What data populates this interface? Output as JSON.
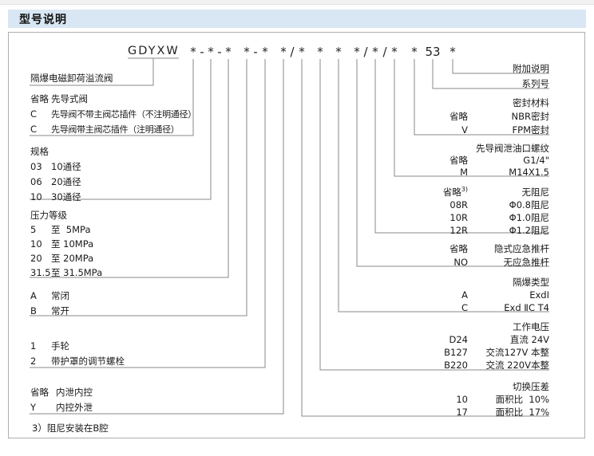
{
  "header": {
    "title": "型号说明"
  },
  "model_code": {
    "prefix": "GDYXW",
    "tokens": [
      "*",
      "-",
      "*",
      "-",
      "*",
      "*",
      "-",
      "*",
      "*",
      "/",
      "*",
      "*",
      "*",
      "*",
      "/",
      "*",
      "/",
      "*",
      "*",
      "53",
      "*"
    ]
  },
  "left": {
    "valve_name": "隔爆电磁卸荷溢流阀",
    "pilot_group": {
      "rows": [
        {
          "val": "省略",
          "desc": "先导式阀"
        },
        {
          "val": "C",
          "desc": "先导阀不带主阀芯插件（不注明通径）"
        },
        {
          "val": "C",
          "desc": "先导阀带主阀芯插件（注明通径）"
        }
      ]
    },
    "size_group": {
      "title": "规格",
      "rows": [
        {
          "val": "03",
          "desc": "10通径"
        },
        {
          "val": "06",
          "desc": "20通径"
        },
        {
          "val": "10",
          "desc": "30通径"
        }
      ]
    },
    "pressure_group": {
      "title": "压力等级",
      "rows": [
        {
          "val": "5",
          "desc": "至  5MPa"
        },
        {
          "val": "10",
          "desc": "至 10MPa"
        },
        {
          "val": "20",
          "desc": "至 20MPa"
        },
        {
          "val": "31.5",
          "desc": "至 31.5MPa"
        }
      ]
    },
    "function_group": {
      "rows": [
        {
          "val": "A",
          "desc": "常闭"
        },
        {
          "val": "B",
          "desc": "常开"
        }
      ]
    },
    "adjust_group": {
      "rows": [
        {
          "val": "1",
          "desc": "手轮"
        },
        {
          "val": "2",
          "desc": "带护罩的调节螺栓"
        }
      ]
    },
    "drain_group": {
      "rows": [
        {
          "val": "省略",
          "desc": "内泄内控"
        },
        {
          "val": "Y",
          "desc": "内控外泄"
        }
      ]
    }
  },
  "right": {
    "additional_label": "附加说明",
    "series_label": "系列号",
    "seal_group": {
      "title": "密封材料",
      "rows": [
        {
          "val": "省略",
          "desc": "NBR密封"
        },
        {
          "val": "V",
          "desc": "FPM密封"
        }
      ]
    },
    "thread_group": {
      "title": "先导阀泄油口螺纹",
      "rows": [
        {
          "val": "省略",
          "desc": "G1/4\""
        },
        {
          "val": "M",
          "desc": "M14X1.5"
        }
      ]
    },
    "damping_group": {
      "rows": [
        {
          "val": "省略",
          "sup": "3)",
          "desc": "无阻尼"
        },
        {
          "val": "08R",
          "desc": "Φ0.8阻尼"
        },
        {
          "val": "10R",
          "desc": "Φ1.0阻尼"
        },
        {
          "val": "12R",
          "desc": "Φ1.2阻尼"
        }
      ]
    },
    "pushrod_group": {
      "rows": [
        {
          "val": "省略",
          "desc": "隐式应急推杆"
        },
        {
          "val": "NO",
          "desc": "无应急推杆"
        }
      ]
    },
    "explosion_group": {
      "title": "隔爆类型",
      "rows": [
        {
          "val": "A",
          "desc": "ExdⅠ"
        },
        {
          "val": "C",
          "desc": "Exd ⅡC T4"
        }
      ]
    },
    "voltage_group": {
      "title": "工作电压",
      "rows": [
        {
          "val": "D24",
          "desc": "直流 24V"
        },
        {
          "val": "B127",
          "desc": "交流127V 本整"
        },
        {
          "val": "B220",
          "desc": "交流 220V本整"
        }
      ]
    },
    "diff_group": {
      "title": "切换压差",
      "rows": [
        {
          "val": "10",
          "desc": "面积比  10%"
        },
        {
          "val": "17",
          "desc": "面积比  17%"
        }
      ]
    }
  },
  "footnote": "3）阻尼安装在B腔",
  "colors": {
    "header_bg": "#d8e7f3",
    "line": "#8a8a8a",
    "box_border": "#aeaeae",
    "text": "#1a1a1a"
  }
}
